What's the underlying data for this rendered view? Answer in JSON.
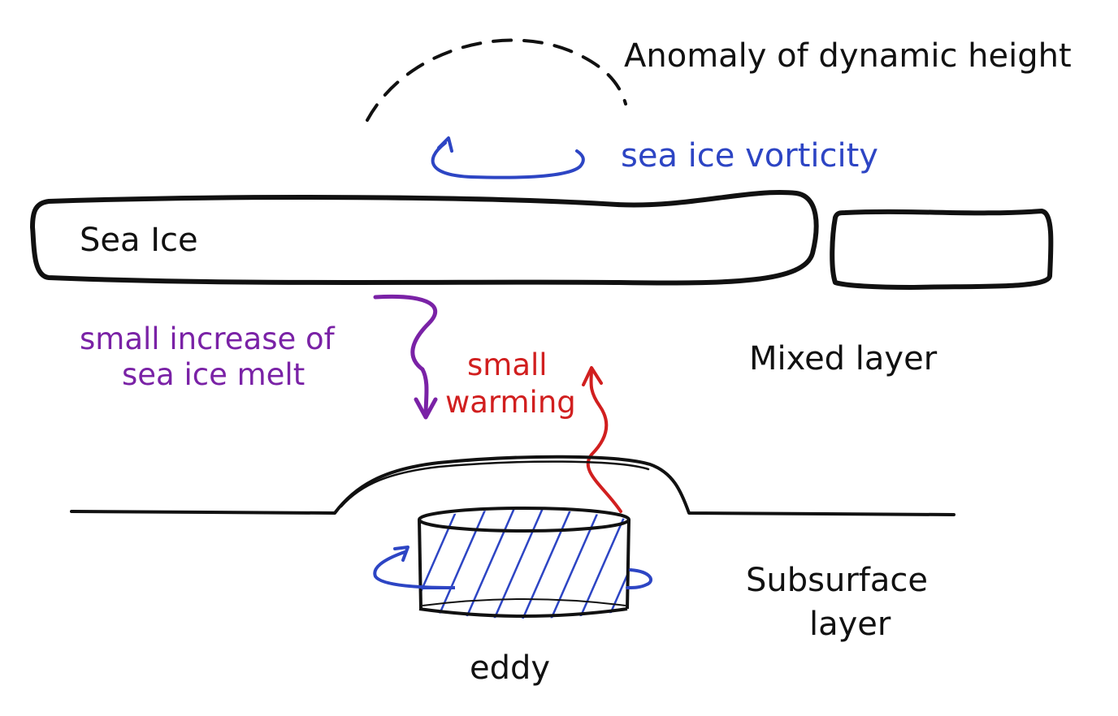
{
  "labels": {
    "dynamic_height": "Anomaly of dynamic height",
    "vorticity": "sea ice vorticity",
    "sea_ice": "Sea Ice",
    "melt_line1": "small increase of",
    "melt_line2": "sea ice melt",
    "warming_line1": "small",
    "warming_line2": "warming",
    "mixed_layer": "Mixed layer",
    "subsurface_line1": "Subsurface",
    "subsurface_line2": "layer",
    "eddy": "eddy"
  },
  "colors": {
    "ink": "#111111",
    "vorticity_blue": "#2d45c4",
    "melt_purple": "#7a22a6",
    "warming_red": "#d11f1f",
    "eddy_hatch": "#2d45c4"
  }
}
